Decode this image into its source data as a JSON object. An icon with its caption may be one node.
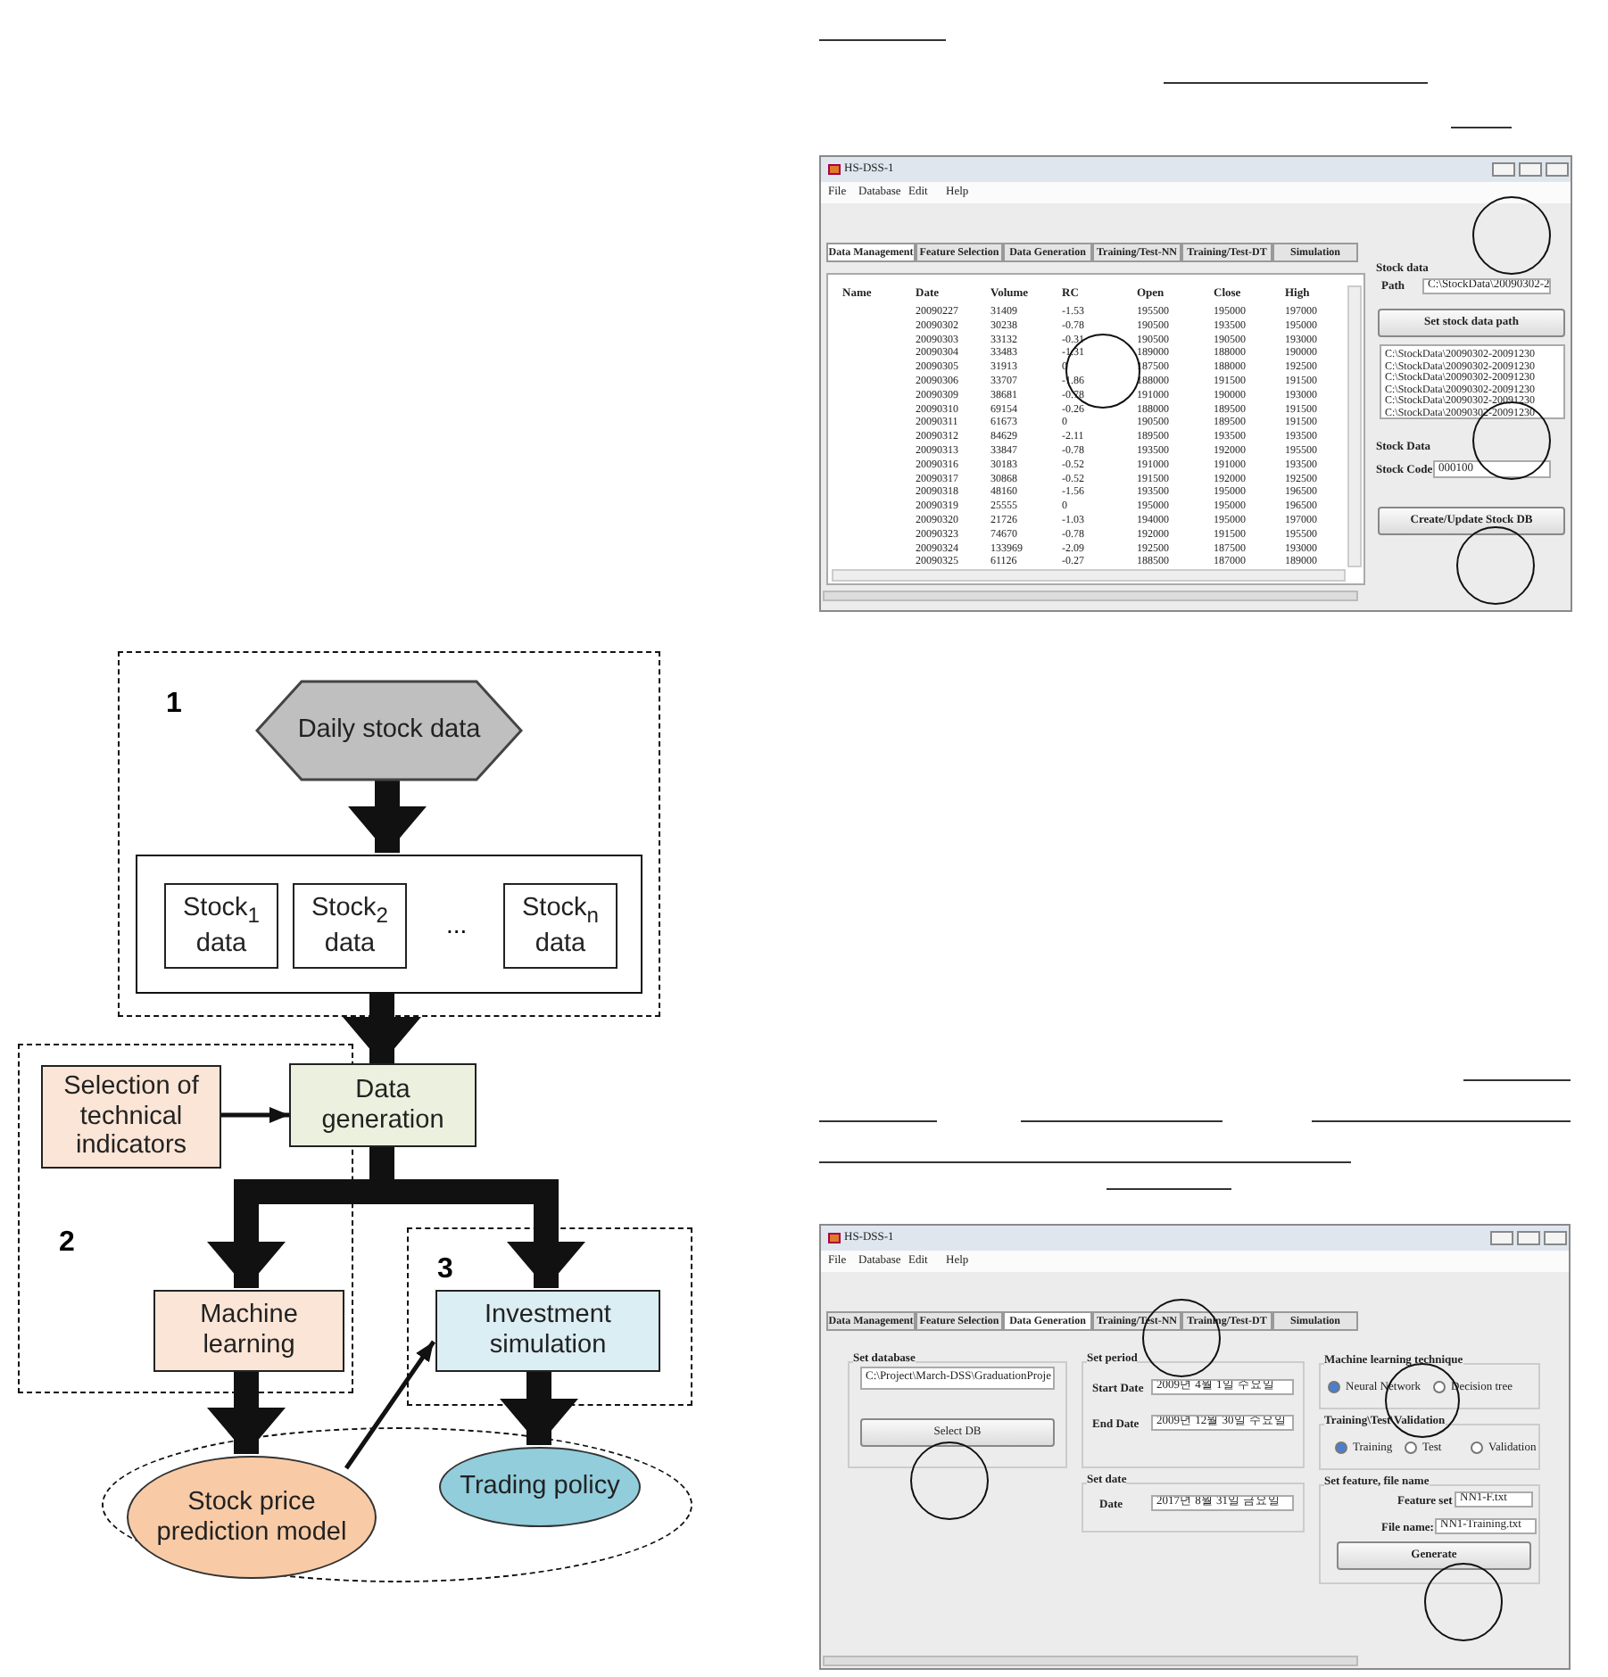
{
  "diagram": {
    "nodes": [
      {
        "text": [
          "1"
        ]
      },
      {
        "text": [
          "Daily stock data"
        ],
        "in": 0
      },
      {
        "text": [],
        "shape": "box",
        "in": 0
      },
      {
        "text": [
          "Stock$_{1}$ data"
        ],
        "in": 2
      },
      {
        "text": [
          "Stock$_{2}$ data"
        ],
        "in": 2
      },
      {
        "text": [
          "Stock$_{n}$ data"
        ],
        "in": 2
      },
      {
        "text": [
          "2"
        ]
      },
      {
        "text": [
          "Selection of technical indicators"
        ],
        "in": 6
      },
      {
        "text": [
          "Data generation"
        ]
      },
      {
        "text": [
          "Machine learning"
        ],
        "in": 6
      },
      {
        "text": [
          "3"
        ]
      },
      {
        "text": [
          "Investment simulation"
        ],
        "in": 10
      },
      {
        "text": [],
        "shape": "ellipse"
      },
      {
        "text": [
          "Stock price prediction model"
        ],
        "in": 12
      },
      {
        "text": [
          "Trading policy"
        ],
        "in": 12
      }
    ],
    "edges": [
      {
        "from": 1,
        "to": 2,
        "arrow": "to"
      },
      {
        "from": 2,
        "to": 8,
        "arrow": "to"
      },
      {
        "from": 7,
        "to": 8,
        "arrow": "to"
      },
      {
        "from": 8,
        "to": 9,
        "arrow": "to"
      },
      {
        "from": 8,
        "to": 11,
        "arrow": "to"
      },
      {
        "from": 9,
        "to": 13,
        "arrow": "to"
      },
      {
        "from": 13,
        "to": 11,
        "arrow": "to"
      },
      {
        "from": 11,
        "to": 14,
        "arrow": "to"
      }
    ],
    "labels": [
      "...",
      "HS-DSS-1",
      "File",
      "Database",
      "Edit",
      "Help",
      "Data Management",
      "Feature Selection",
      "Data Generation",
      "Training/Test-NN",
      "Training/Test-DT",
      "Simulation",
      "Name",
      "Date",
      "Volume",
      "RC",
      "Open",
      "Close",
      "High",
      "20090227",
      "31409",
      "-1.53",
      "195500",
      "195000",
      "197000",
      "20090302",
      "30238",
      "-0.78",
      "190500",
      "193500",
      "195000",
      "20090303",
      "33132",
      "-0.31",
      "190500",
      "190500",
      "193000",
      "20090304",
      "33483",
      "-1.31",
      "189000",
      "188000",
      "190000",
      "20090305",
      "31913",
      "0",
      "187500",
      "188000",
      "192500",
      "20090306",
      "33707",
      "-1.86",
      "188000",
      "191500",
      "191500",
      "20090309",
      "38681",
      "-0.78",
      "191000",
      "190000",
      "193000",
      "20090310",
      "69154",
      "-0.26",
      "188000",
      "189500",
      "191500",
      "20090311",
      "61673",
      "0",
      "190500",
      "189500",
      "191500",
      "20090312",
      "84629",
      "-2.11",
      "189500",
      "193500",
      "193500",
      "20090313",
      "33847",
      "-0.78",
      "193500",
      "192000",
      "195500",
      "20090316",
      "30183",
      "-0.52",
      "191000",
      "191000",
      "193500",
      "20090317",
      "30868",
      "-0.52",
      "191500",
      "192000",
      "192500",
      "20090318",
      "48160",
      "-1.56",
      "193500",
      "195000",
      "196500",
      "20090319",
      "25555",
      "0",
      "195000",
      "195000",
      "196500",
      "20090320",
      "21726",
      "-1.03",
      "194000",
      "195000",
      "197000",
      "20090323",
      "74670",
      "-0.78",
      "192000",
      "191500",
      "195500",
      "20090324",
      "133969",
      "-2.09",
      "192500",
      "187500",
      "193000",
      "20090325",
      "61126",
      "-0.27",
      "188500",
      "187000",
      "189000",
      "Stock data",
      "Path",
      "C:\\StockData\\20090302-2",
      "Set stock data path",
      "C:\\StockData\\20090302-20091230",
      "C:\\StockData\\20090302-20091230",
      "C:\\StockData\\20090302-20091230",
      "C:\\StockData\\20090302-20091230",
      "C:\\StockData\\20090302-20091230",
      "C:\\StockData\\20090302-20091230",
      "Stock Data",
      "Stock Code",
      "000100",
      "Create/Update Stock DB",
      "HS-DSS-1",
      "File",
      "Database",
      "Edit",
      "Help",
      "Data Management",
      "Feature Selection",
      "Data Generation",
      "Training/Test-NN",
      "Training/Test-DT",
      "Simulation",
      "Set database",
      "C:\\Project\\March-DSS\\GraduationProje",
      "Select DB",
      "Set period",
      "Start Date",
      "2009년 4월 1일 수요일",
      "End Date",
      "2009년 12월 30일 수요일",
      "Set date",
      "Date",
      "2017년 8월 31일 금요일",
      "Machine learning technique",
      "Neural Network",
      "Decision tree",
      "Training\\Test\\Validation",
      "Training",
      "Test",
      "Validation",
      "Set feature, file name",
      "Feature set",
      "NN1-F.txt",
      "File name:",
      "NN1-Training.txt",
      "Generate"
    ]
  }
}
